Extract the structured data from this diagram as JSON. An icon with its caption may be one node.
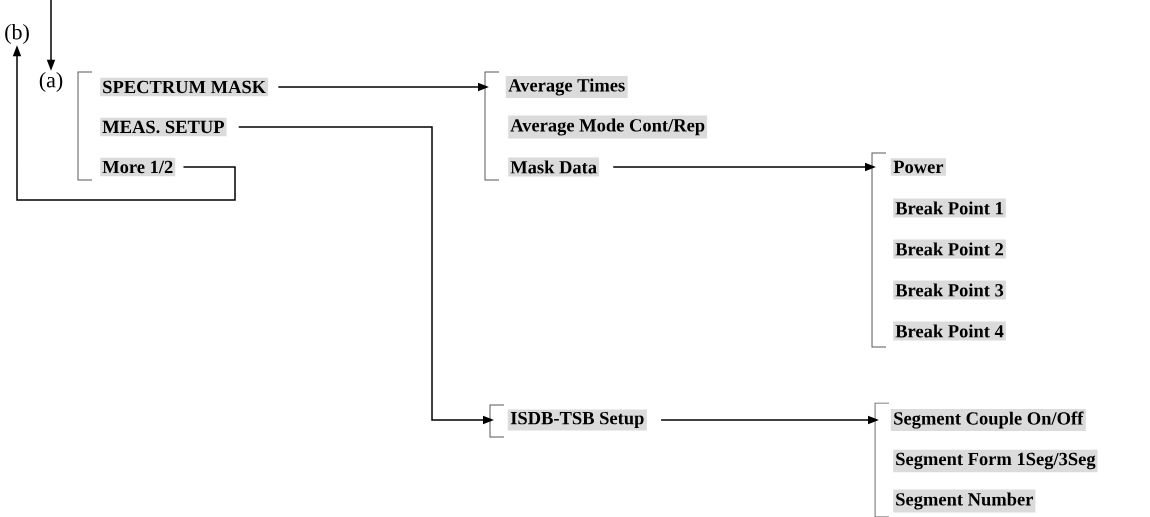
{
  "diagram": {
    "nodes": [
      {
        "text": [
          "(b)"
        ]
      },
      {
        "text": [
          "(a)"
        ]
      },
      {
        "text": [
          "SPECTRUM MASK"
        ]
      },
      {
        "text": [
          "MEAS. SETUP"
        ]
      },
      {
        "text": [
          "More 1/2"
        ]
      },
      {
        "text": [
          "Average Times"
        ]
      },
      {
        "text": [
          "Average Mode Cont/Rep"
        ]
      },
      {
        "text": [
          "Mask Data"
        ]
      },
      {
        "text": [
          "Power"
        ]
      },
      {
        "text": [
          "Break Point 1"
        ]
      },
      {
        "text": [
          "Break Point 2"
        ]
      },
      {
        "text": [
          "Break Point 3"
        ]
      },
      {
        "text": [
          "Break Point 4"
        ]
      },
      {
        "text": [
          "ISDB-TSB Setup"
        ]
      },
      {
        "text": [
          "Segment Couple On/Off"
        ]
      },
      {
        "text": [
          "Segment Form 1Seg/3Seg"
        ]
      },
      {
        "text": [
          "Segment Number"
        ]
      }
    ],
    "edges": [
      {
        "from": null,
        "to": 1,
        "arrow": "to"
      },
      {
        "from": 4,
        "to": 0,
        "arrow": "to"
      },
      {
        "from": 2,
        "to": 5,
        "arrow": "to"
      },
      {
        "from": 3,
        "to": 13,
        "arrow": "to"
      },
      {
        "from": 7,
        "to": 8,
        "arrow": "to"
      },
      {
        "from": 13,
        "to": 14,
        "arrow": "to"
      }
    ]
  }
}
